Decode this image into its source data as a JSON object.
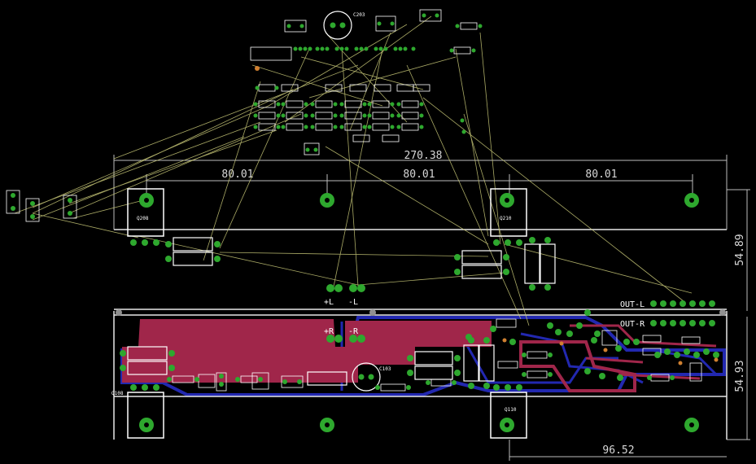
{
  "dimensions": {
    "total_width": "270.38",
    "segment_1": "80.01",
    "segment_2": "80.01",
    "segment_3": "80.01",
    "height_upper": "54.89",
    "height_lower": "54.93",
    "bottom_width": "96.52"
  },
  "components": {
    "c203": "C203",
    "c103": "C103",
    "q208": "Q208",
    "q210": "Q210",
    "q108": "Q108",
    "q110": "Q110"
  },
  "signals": {
    "out_l": "OUT-L",
    "out_r": "OUT-R",
    "plus_l": "+L",
    "minus_l": "-L",
    "plus_r": "+R",
    "minus_r": "-R"
  },
  "colors": {
    "background": "#000000",
    "top_copper": "#b02850",
    "bottom_copper": "#2228b0",
    "pad": "#2ea82e",
    "airwire": "#c8c878",
    "outline": "#ffffff"
  }
}
